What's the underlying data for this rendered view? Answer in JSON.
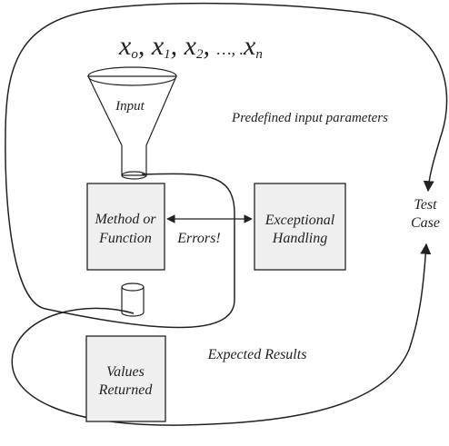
{
  "sequence": {
    "x0": "x",
    "s0": "o",
    "x1": "x",
    "s1": "1",
    "x2": "x",
    "s2": "2",
    "dots": "…, .",
    "xn": "x",
    "sn": "n",
    "sep": ","
  },
  "labels": {
    "input": "Input",
    "predefined": "Predefined input parameters",
    "method_line1": "Method or",
    "method_line2": "Function",
    "exceptional_line1": "Exceptional",
    "exceptional_line2": "Handling",
    "errors": "Errors!",
    "test_case_line1": "Test",
    "test_case_line2": "Case",
    "expected": "Expected Results",
    "values_line1": "Values",
    "values_line2": "Returned"
  },
  "colors": {
    "box_fill": "#efefef",
    "stroke": "#222222",
    "background": "#ffffff"
  }
}
